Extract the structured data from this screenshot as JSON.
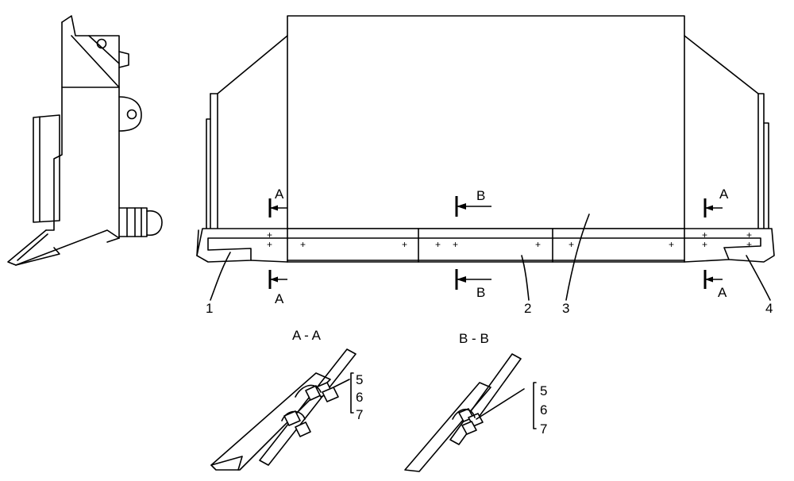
{
  "callouts": [
    {
      "id": "c1",
      "label": "1"
    },
    {
      "id": "c2",
      "label": "2"
    },
    {
      "id": "c3",
      "label": "3"
    },
    {
      "id": "c4",
      "label": "4"
    }
  ],
  "section_markers": {
    "a": "A",
    "b": "B"
  },
  "section_views": [
    {
      "id": "aa",
      "title": "A - A",
      "parts": [
        "5",
        "6",
        "7"
      ]
    },
    {
      "id": "bb",
      "title": "B - B",
      "parts": [
        "5",
        "6",
        "7"
      ]
    }
  ],
  "bolt_mark": "+"
}
